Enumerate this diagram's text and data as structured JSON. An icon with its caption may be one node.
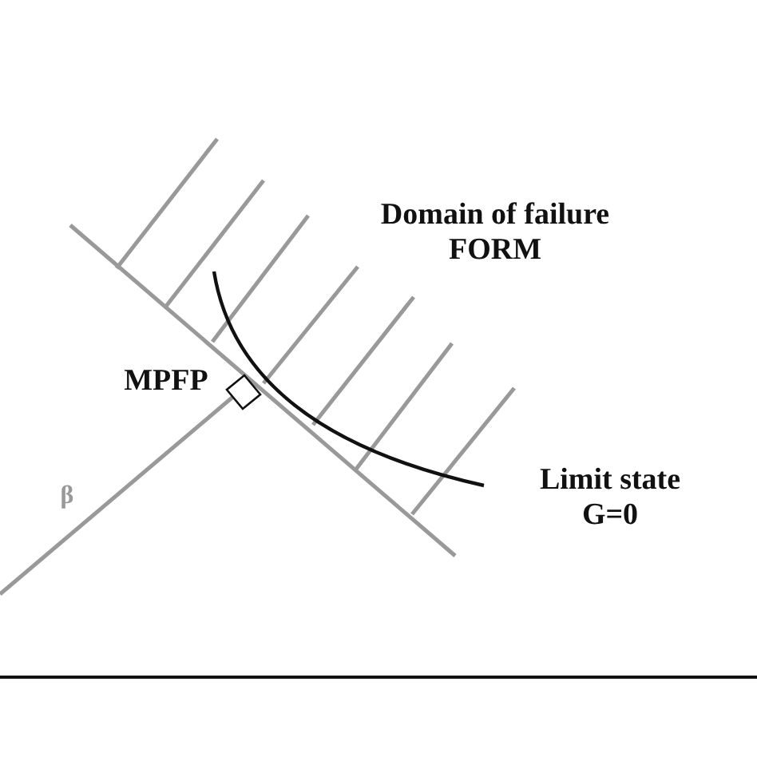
{
  "diagram": {
    "labels": [
      "Domain of failure FORM",
      "MPFP",
      "β",
      "Limit state G=0"
    ]
  }
}
